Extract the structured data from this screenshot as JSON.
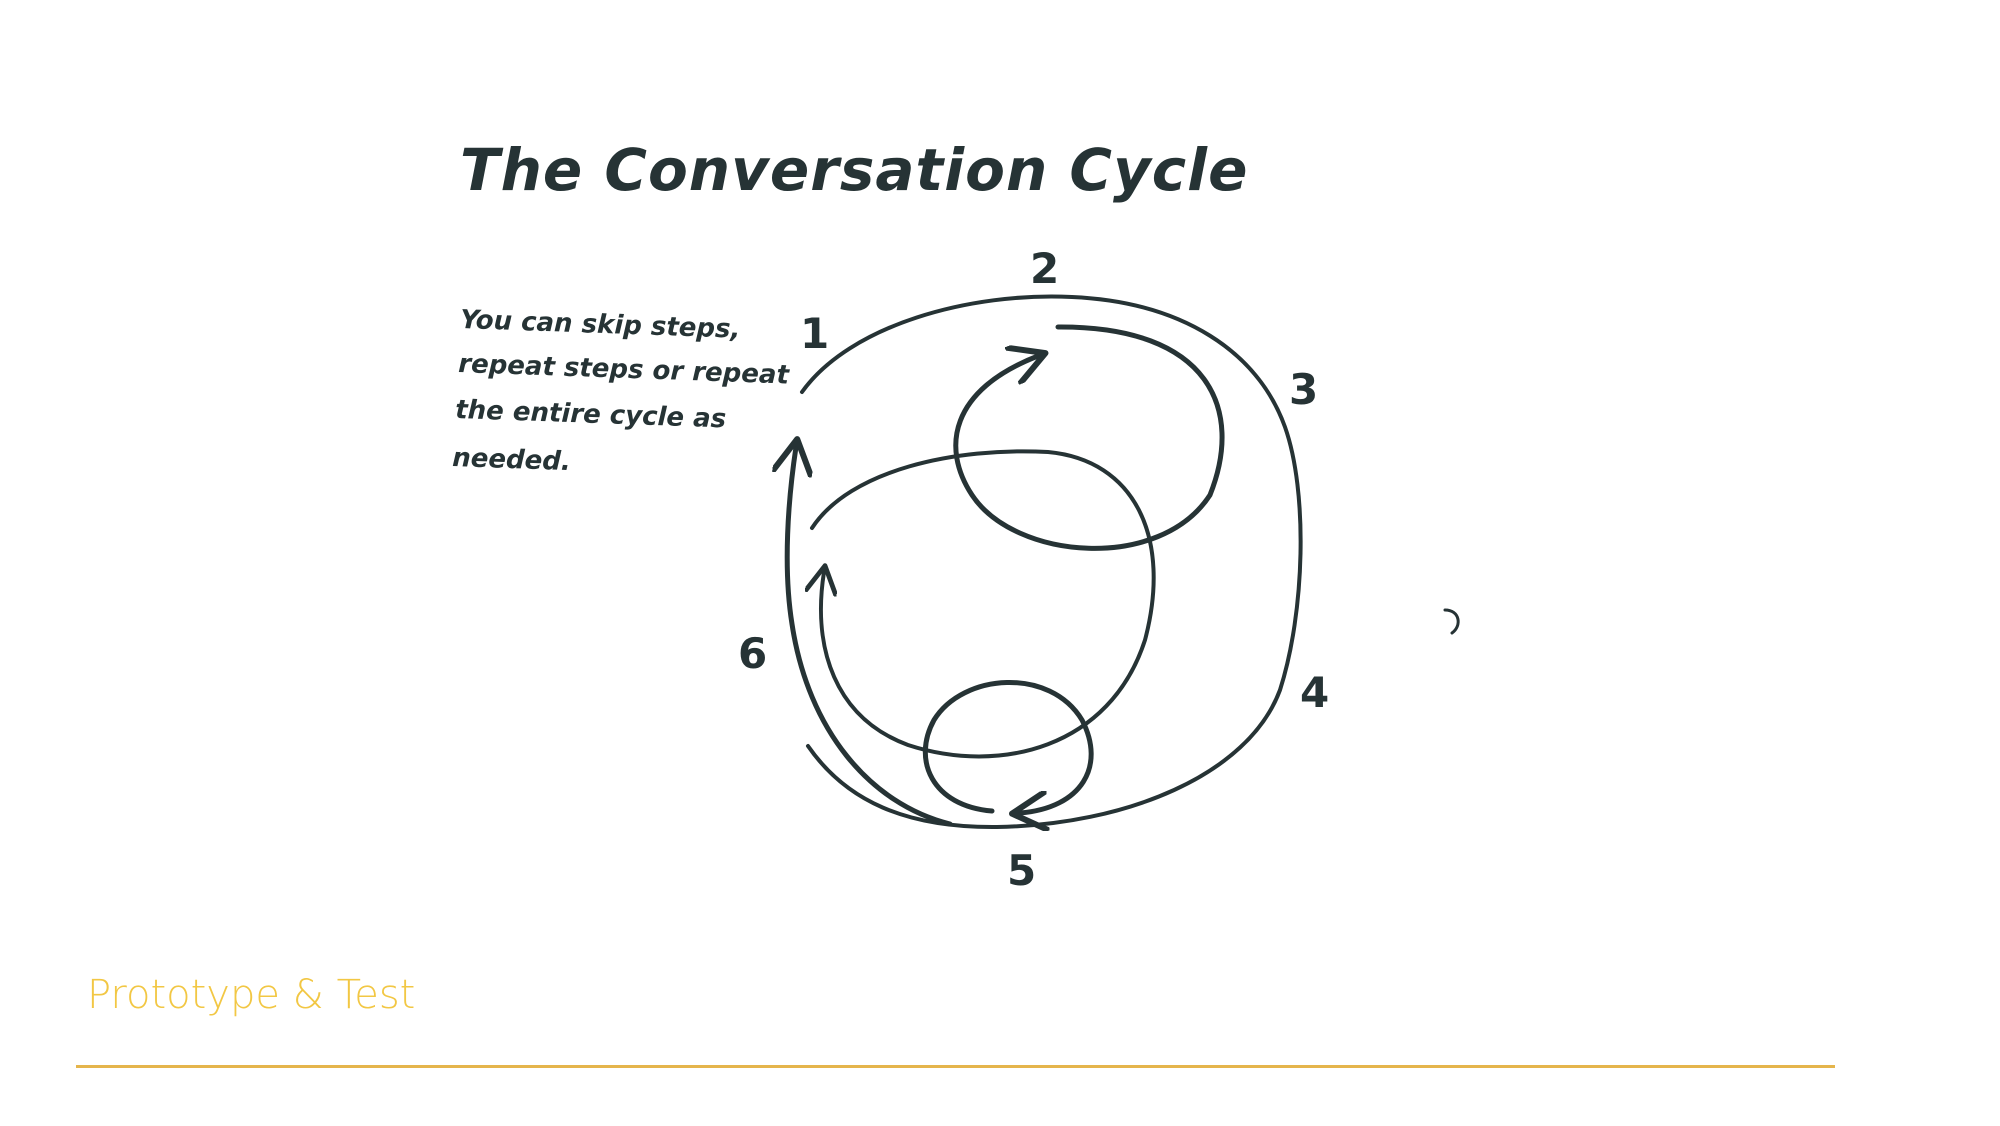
{
  "diagram": {
    "title": "The Conversation Cycle",
    "note": [
      "You can skip steps,",
      "repeat steps or repeat",
      "the entire cycle as",
      "needed."
    ],
    "steps": [
      "1",
      "2",
      "3",
      "4",
      "5",
      "6"
    ]
  },
  "footer": {
    "label": "Prototype & Test"
  },
  "colors": {
    "ink": "#263335",
    "footer_text": "#f2c744",
    "footer_rule": "#e5b54c"
  }
}
